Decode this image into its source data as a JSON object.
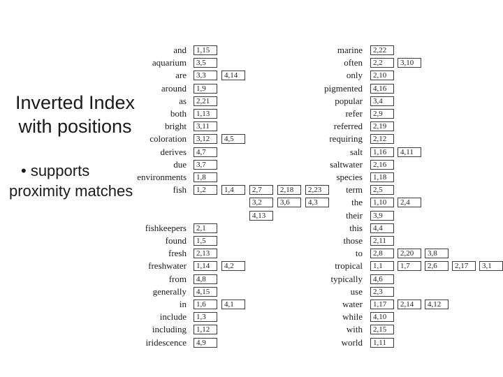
{
  "slide": {
    "title": [
      "Inverted Index",
      "with positions"
    ],
    "bullet": [
      "• supports",
      "proximity matches"
    ]
  },
  "colors": {
    "background": "#ffffff",
    "text": "#1a1a1a",
    "box_border": "#3c3c3c",
    "box_fill": "#ffffff"
  },
  "index": {
    "left": [
      {
        "term": "and",
        "rows": [
          [
            "1,15"
          ]
        ]
      },
      {
        "term": "aquarium",
        "rows": [
          [
            "3,5"
          ]
        ]
      },
      {
        "term": "are",
        "rows": [
          [
            "3,3",
            "4,14"
          ]
        ]
      },
      {
        "term": "around",
        "rows": [
          [
            "1,9"
          ]
        ]
      },
      {
        "term": "as",
        "rows": [
          [
            "2,21"
          ]
        ]
      },
      {
        "term": "both",
        "rows": [
          [
            "1,13"
          ]
        ]
      },
      {
        "term": "bright",
        "rows": [
          [
            "3,11"
          ]
        ]
      },
      {
        "term": "coloration",
        "rows": [
          [
            "3,12",
            "4,5"
          ]
        ]
      },
      {
        "term": "derives",
        "rows": [
          [
            "4,7"
          ]
        ]
      },
      {
        "term": "due",
        "rows": [
          [
            "3,7"
          ]
        ]
      },
      {
        "term": "environments",
        "rows": [
          [
            "1,8"
          ]
        ]
      },
      {
        "term": "fish",
        "rows": [
          [
            "1,2",
            "1,4",
            "2,7",
            "2,18",
            "2,23"
          ],
          [
            "",
            "",
            "3,2",
            "3,6",
            "4,3"
          ],
          [
            "",
            "",
            "4,13"
          ]
        ]
      },
      {
        "term": "fishkeepers",
        "rows": [
          [
            "2,1"
          ]
        ]
      },
      {
        "term": "found",
        "rows": [
          [
            "1,5"
          ]
        ]
      },
      {
        "term": "fresh",
        "rows": [
          [
            "2,13"
          ]
        ]
      },
      {
        "term": "freshwater",
        "rows": [
          [
            "1,14",
            "4,2"
          ]
        ]
      },
      {
        "term": "from",
        "rows": [
          [
            "4,8"
          ]
        ]
      },
      {
        "term": "generally",
        "rows": [
          [
            "4,15"
          ]
        ]
      },
      {
        "term": "in",
        "rows": [
          [
            "1,6",
            "4,1"
          ]
        ]
      },
      {
        "term": "include",
        "rows": [
          [
            "1,3"
          ]
        ]
      },
      {
        "term": "including",
        "rows": [
          [
            "1,12"
          ]
        ]
      },
      {
        "term": "iridescence",
        "rows": [
          [
            "4,9"
          ]
        ]
      }
    ],
    "right": [
      {
        "term": "marine",
        "rows": [
          [
            "2,22"
          ]
        ]
      },
      {
        "term": "often",
        "rows": [
          [
            "2,2",
            "3,10"
          ]
        ]
      },
      {
        "term": "only",
        "rows": [
          [
            "2,10"
          ]
        ]
      },
      {
        "term": "pigmented",
        "rows": [
          [
            "4,16"
          ]
        ]
      },
      {
        "term": "popular",
        "rows": [
          [
            "3,4"
          ]
        ]
      },
      {
        "term": "refer",
        "rows": [
          [
            "2,9"
          ]
        ]
      },
      {
        "term": "referred",
        "rows": [
          [
            "2,19"
          ]
        ]
      },
      {
        "term": "requiring",
        "rows": [
          [
            "2,12"
          ]
        ]
      },
      {
        "term": "salt",
        "rows": [
          [
            "1,16",
            "4,11"
          ]
        ]
      },
      {
        "term": "saltwater",
        "rows": [
          [
            "2,16"
          ]
        ]
      },
      {
        "term": "species",
        "rows": [
          [
            "1,18"
          ]
        ]
      },
      {
        "term": "term",
        "rows": [
          [
            "2,5"
          ]
        ]
      },
      {
        "term": "the",
        "rows": [
          [
            "1,10",
            "2,4"
          ]
        ]
      },
      {
        "term": "their",
        "rows": [
          [
            "3,9"
          ]
        ]
      },
      {
        "term": "this",
        "rows": [
          [
            "4,4"
          ]
        ]
      },
      {
        "term": "those",
        "rows": [
          [
            "2,11"
          ]
        ]
      },
      {
        "term": "to",
        "rows": [
          [
            "2,8",
            "2,20",
            "3,8"
          ]
        ]
      },
      {
        "term": "tropical",
        "rows": [
          [
            "1,1",
            "1,7",
            "2,6",
            "2,17",
            "3,1"
          ]
        ]
      },
      {
        "term": "typically",
        "rows": [
          [
            "4,6"
          ]
        ]
      },
      {
        "term": "use",
        "rows": [
          [
            "2,3"
          ]
        ]
      },
      {
        "term": "water",
        "rows": [
          [
            "1,17",
            "2,14",
            "4,12"
          ]
        ]
      },
      {
        "term": "while",
        "rows": [
          [
            "4,10"
          ]
        ]
      },
      {
        "term": "with",
        "rows": [
          [
            "2,15"
          ]
        ]
      },
      {
        "term": "world",
        "rows": [
          [
            "1,11"
          ]
        ]
      }
    ]
  }
}
